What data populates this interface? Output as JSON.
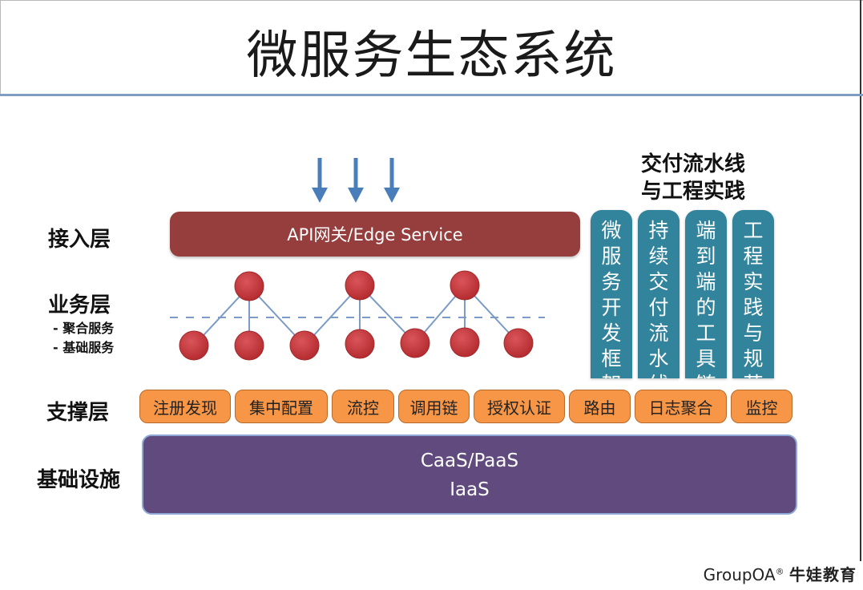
{
  "title": "微服务生态系统",
  "layers": {
    "access": "接入层",
    "business": "业务层",
    "business_sub_1": "- 聚合服务",
    "business_sub_2": "- 基础服务",
    "support": "支撑层",
    "infra": "基础设施"
  },
  "gateway": "API网关/Edge Service",
  "delivery": {
    "title_line1": "交付流水线",
    "title_line2": "与工程实践",
    "columns": [
      "微服务开发框架",
      "持续交付流水线",
      "端到端的工具链",
      "工程实践与规范"
    ]
  },
  "support": [
    "注册发现",
    "集中配置",
    "流控",
    "调用链",
    "授权认证",
    "路由",
    "日志聚合",
    "监控"
  ],
  "infra": {
    "top": "CaaS/PaaS",
    "bottom": "IaaS"
  },
  "logo": {
    "brand": "GroupOA",
    "mark": "®",
    "cn": "牛娃教育"
  },
  "colors": {
    "gateway": "#963d3d",
    "node": "#c0393b",
    "delivery": "#31849b",
    "support": "#f79646",
    "infra": "#614a7e",
    "arrow": "#4a7ebb"
  }
}
